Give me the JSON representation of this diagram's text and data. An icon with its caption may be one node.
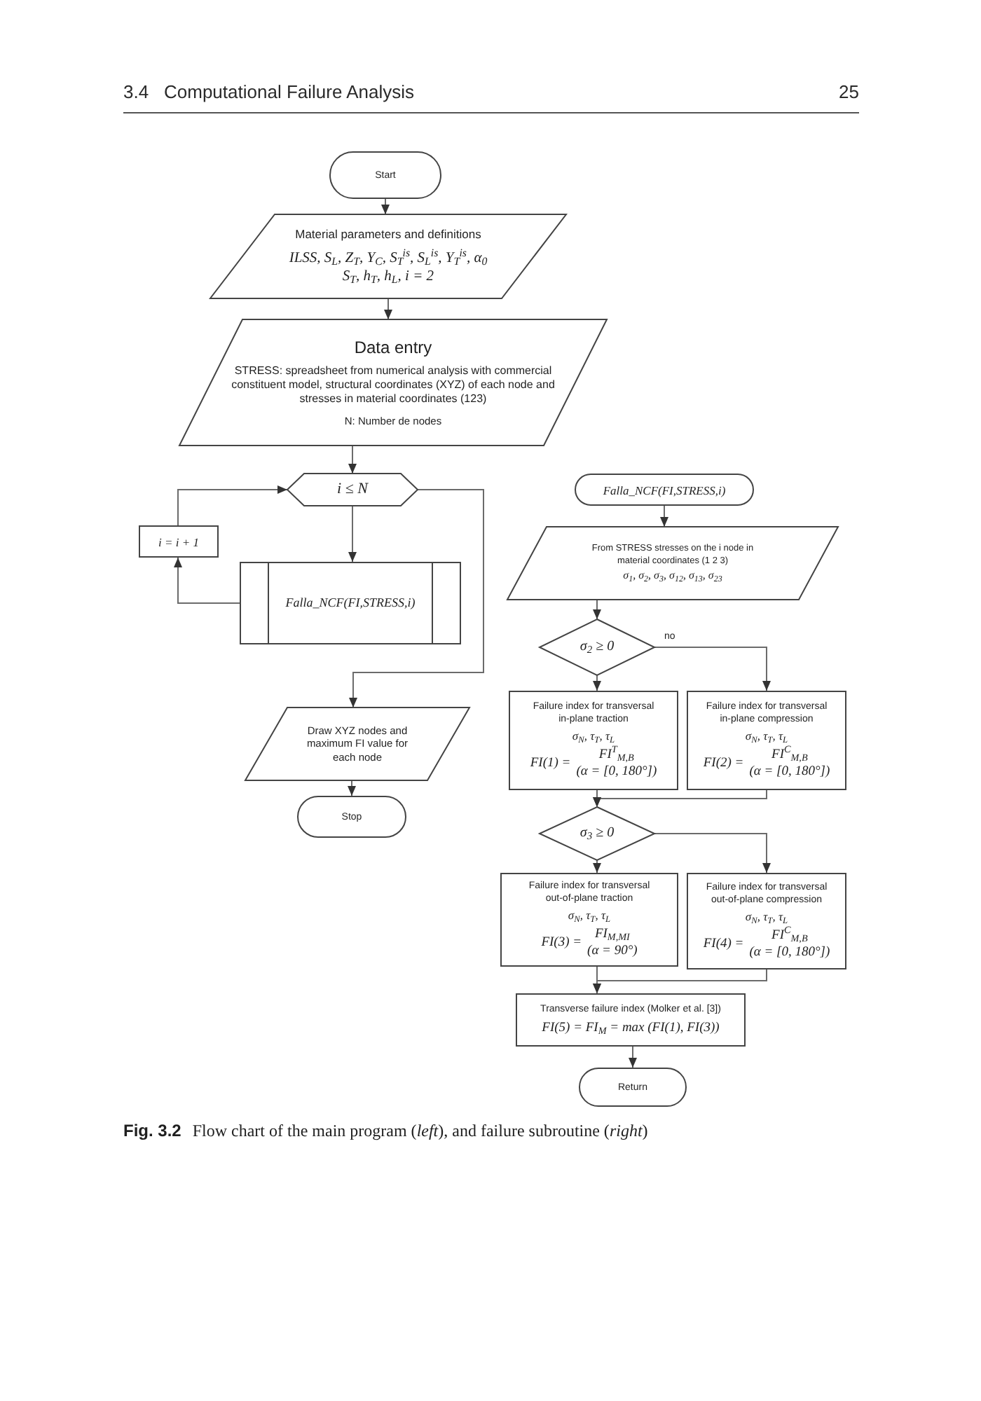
{
  "diagram": {
    "caption": "**Fig. 3.2** Flow chart of the main program (*left*), and failure subroutine (*right*)",
    "nodes": [
      {
        "text": [
          "Start"
        ]
      },
      {
        "text": [
          "Material parameters and definitions",
          "ILSS, S$_{L}$, Z$_{T}$, Y$_{C}$, S$_{T}$$^{is}$, S$_{L}$$^{is}$, Y$_{T}$$^{is}$, α$_{0}$",
          "S$_{T}$, h$_{T}$, h$_{L}$, i = 2"
        ]
      },
      {
        "text": [
          "Data entry",
          "STRESS: spreadsheet from numerical analysis with commercial constituent model, structural coordinates (XYZ) of each node and stresses in material coordinates (123)",
          "N: Number de nodes"
        ]
      },
      {
        "text": [
          "i ≤ N"
        ]
      },
      {
        "text": [
          "i = i + 1"
        ]
      },
      {
        "text": [
          "Falla_NCF(FI,STRESS,i)"
        ]
      },
      {
        "text": [
          "Draw XYZ nodes and maximum FI value for each node"
        ]
      },
      {
        "text": [
          "Stop"
        ]
      },
      {
        "text": [
          "Falla_NCF(FI,STRESS,i)"
        ]
      },
      {
        "text": [
          "From STRESS stresses on the i node in material coordinates (1 2 3)",
          "σ$_{1}$, σ$_{2}$, σ$_{3}$, σ$_{12}$, σ$_{13}$, σ$_{23}$"
        ]
      },
      {
        "text": [
          "σ$_{2}$ ≥ 0"
        ]
      },
      {
        "text": [
          "Failure index for transversal in-plane traction",
          "σ$_{N}$, τ$_{T}$, τ$_{L}$",
          "FI(1) =",
          "FI$^{T}$$_{M,B}$",
          "(α = [0, 180°])"
        ]
      },
      {
        "text": [
          "Failure index for transversal in-plane compression",
          "σ$_{N}$, τ$_{T}$, τ$_{L}$",
          "FI(2) =",
          "FI$^{C}$$_{M,B}$",
          "(α = [0, 180°])"
        ]
      },
      {
        "text": [
          "σ$_{3}$ ≥ 0"
        ]
      },
      {
        "text": [
          "Failure index for transversal out-of-plane traction",
          "σ$_{N}$, τ$_{T}$, τ$_{L}$",
          "FI(3) =",
          "FI$_{M,MI}$",
          "(α = 90°)"
        ]
      },
      {
        "text": [
          "Failure index for transversal out-of-plane compression",
          "σ$_{N}$, τ$_{T}$, τ$_{L}$",
          "FI(4) =",
          "FI$^{C}$$_{M,B}$",
          "(α = [0, 180°])"
        ]
      },
      {
        "text": [
          "Transverse failure index (Molker et al. [3])",
          "FI(5) = FI$_{M}$ = max (FI(1), FI(3))"
        ]
      },
      {
        "text": [
          "Return"
        ]
      }
    ],
    "edges": [
      {
        "from": 0,
        "to": 1,
        "arrow": "to"
      },
      {
        "from": 1,
        "to": 2,
        "arrow": "to"
      },
      {
        "from": 2,
        "to": 3,
        "arrow": "to"
      },
      {
        "from": 3,
        "to": 5,
        "arrow": "to"
      },
      {
        "from": 5,
        "to": 4,
        "arrow": "to"
      },
      {
        "from": 4,
        "to": 3,
        "arrow": "to"
      },
      {
        "from": 3,
        "to": 6,
        "arrow": "to"
      },
      {
        "from": 6,
        "to": 7,
        "arrow": "to"
      },
      {
        "from": 8,
        "to": 9,
        "arrow": "to"
      },
      {
        "from": 9,
        "to": 10,
        "arrow": "to"
      },
      {
        "from": 10,
        "to": 11,
        "arrow": "to"
      },
      {
        "from": 10,
        "to": 12,
        "label": "no",
        "arrow": "to"
      },
      {
        "from": 11,
        "to": 13,
        "arrow": "to"
      },
      {
        "from": 12,
        "to": 13,
        "arrow": "to"
      },
      {
        "from": 13,
        "to": 14,
        "arrow": "to"
      },
      {
        "from": 13,
        "to": 15,
        "arrow": "to"
      },
      {
        "from": 14,
        "to": 16,
        "arrow": "to"
      },
      {
        "from": 15,
        "to": 16,
        "arrow": "to"
      },
      {
        "from": 16,
        "to": 17,
        "arrow": "to"
      }
    ],
    "labels": [
      "3.4",
      "Computational Failure Analysis",
      "25"
    ]
  }
}
